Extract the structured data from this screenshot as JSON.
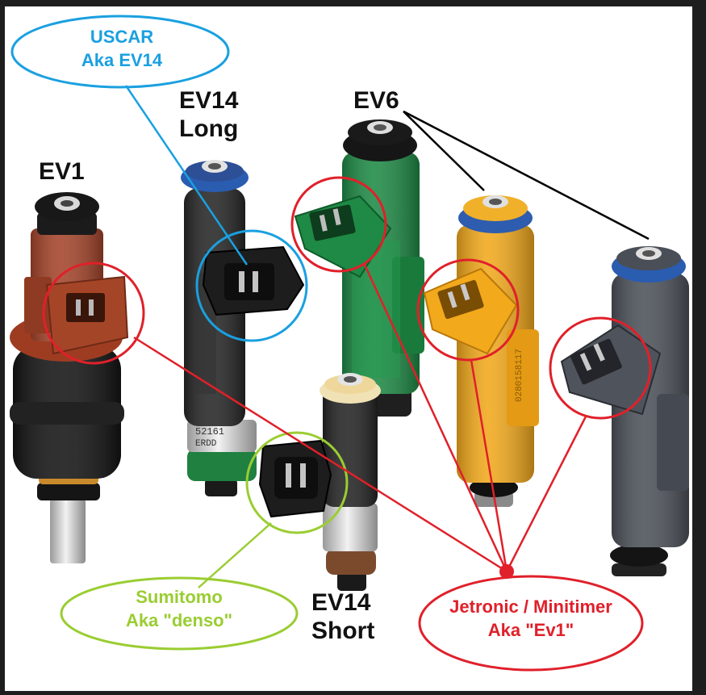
{
  "labels": {
    "ev1": "EV1",
    "ev14_long": [
      "EV14",
      "Long"
    ],
    "ev6": "EV6",
    "ev14_short": [
      "EV14",
      "Short"
    ]
  },
  "callouts": {
    "uscar": {
      "line1": "USCAR",
      "line2": "Aka EV14",
      "color": "#1aa0e0"
    },
    "sumitomo": {
      "line1": "Sumitomo",
      "line2": "Aka \"denso\"",
      "color": "#9acd32"
    },
    "jetronic": {
      "line1": "Jetronic / Minitimer",
      "line2": "Aka \"Ev1\"",
      "color": "#e0202a"
    }
  },
  "injectors": [
    {
      "name": "EV1",
      "body_color": "#a4442a"
    },
    {
      "name": "EV14 Long",
      "body_color": "#2b2b2b"
    },
    {
      "name": "EV6 green",
      "body_color": "#1e8a45"
    },
    {
      "name": "EV14 Short",
      "body_color": "#2a2a2a"
    },
    {
      "name": "EV6 yellow",
      "body_color": "#f2a91c"
    },
    {
      "name": "EV6 grey",
      "body_color": "#4c5159"
    }
  ],
  "colors": {
    "frame": "#1e1e1e",
    "background": "#ffffff",
    "leader_black": "#000000"
  }
}
